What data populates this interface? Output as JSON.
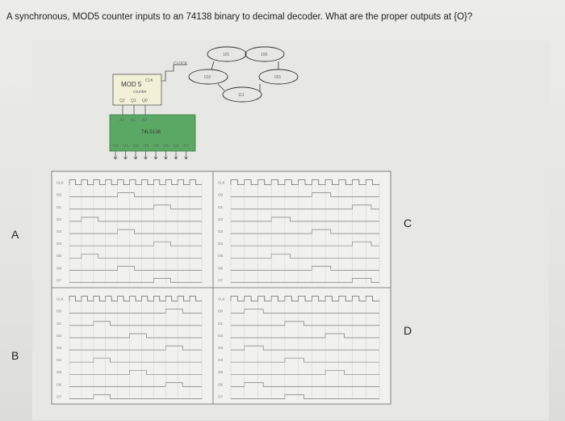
{
  "question": {
    "text": "A synchronous, MOD5 counter inputs to an 74138 binary to decimal decoder. What are the proper outputs at {O}?"
  },
  "diagram": {
    "counter_label": "MOD 5",
    "counter_sub": "counter",
    "clk_label": "CLK",
    "clock_label": "CLOCK",
    "counter_outputs": [
      "Q2",
      "Q1",
      "Q0"
    ],
    "decoder_label": "74LS138",
    "decoder_inputs": [
      "A2",
      "A1",
      "A0"
    ],
    "decoder_outputs": [
      "O0",
      "O1",
      "O2",
      "O3",
      "O4",
      "O5",
      "O6",
      "O7"
    ],
    "states": [
      "101",
      "100",
      "010",
      "001",
      "111"
    ]
  },
  "options": {
    "labels": [
      "A",
      "B",
      "C",
      "D"
    ],
    "signal_labels": [
      "CLK",
      "O0",
      "O1",
      "O2",
      "O3",
      "O4",
      "O5",
      "O6",
      "O7"
    ]
  }
}
